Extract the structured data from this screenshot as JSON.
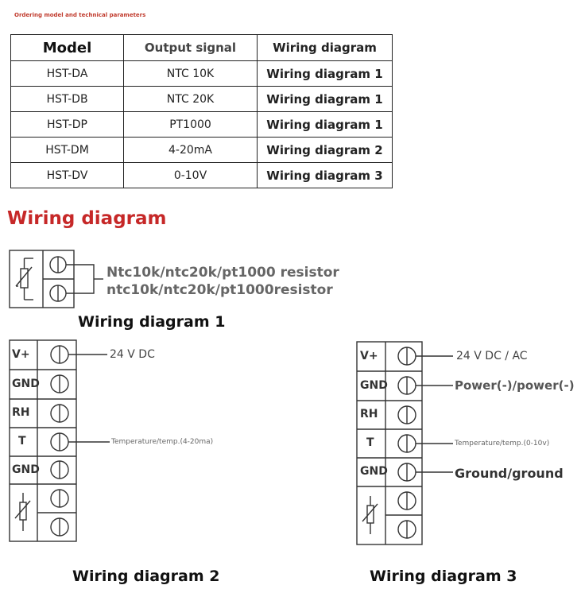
{
  "caption": "Ordering model and technical parameters",
  "table": {
    "headers": [
      "Model",
      "Output signal",
      "Wiring diagram"
    ],
    "rows": [
      [
        "HST-DA",
        "NTC 10K",
        "Wiring diagram 1"
      ],
      [
        "HST-DB",
        "NTC 20K",
        "Wiring diagram 1"
      ],
      [
        "HST-DP",
        "PT1000",
        "Wiring diagram 1"
      ],
      [
        "HST-DM",
        "4-20mA",
        "Wiring diagram 2"
      ],
      [
        "HST-DV",
        "0-10V",
        "Wiring diagram 3"
      ]
    ]
  },
  "section_title": "Wiring diagram",
  "diagram1": {
    "lines": [
      "Ntc10k/ntc20k/pt1000 resistor",
      "ntc10k/ntc20k/pt1000resistor"
    ],
    "title": "Wiring diagram 1"
  },
  "diagram2": {
    "terminals": [
      "V+",
      "GND",
      "RH",
      "T",
      "GND"
    ],
    "labels": {
      "vplus": "24 V DC",
      "t": "Temperature/temp.(4-20ma)"
    },
    "title": "Wiring diagram 2"
  },
  "diagram3": {
    "terminals": [
      "V+",
      "GND",
      "RH",
      "T",
      "GND"
    ],
    "labels": {
      "vplus": "24 V DC / AC",
      "gnd1": "Power(-)/power(-)",
      "t": "Temperature/temp.(0-10v)",
      "gnd2": "Ground/ground"
    },
    "title": "Wiring diagram 3"
  },
  "colors": {
    "accent": "#c62828",
    "line": "#333333"
  }
}
